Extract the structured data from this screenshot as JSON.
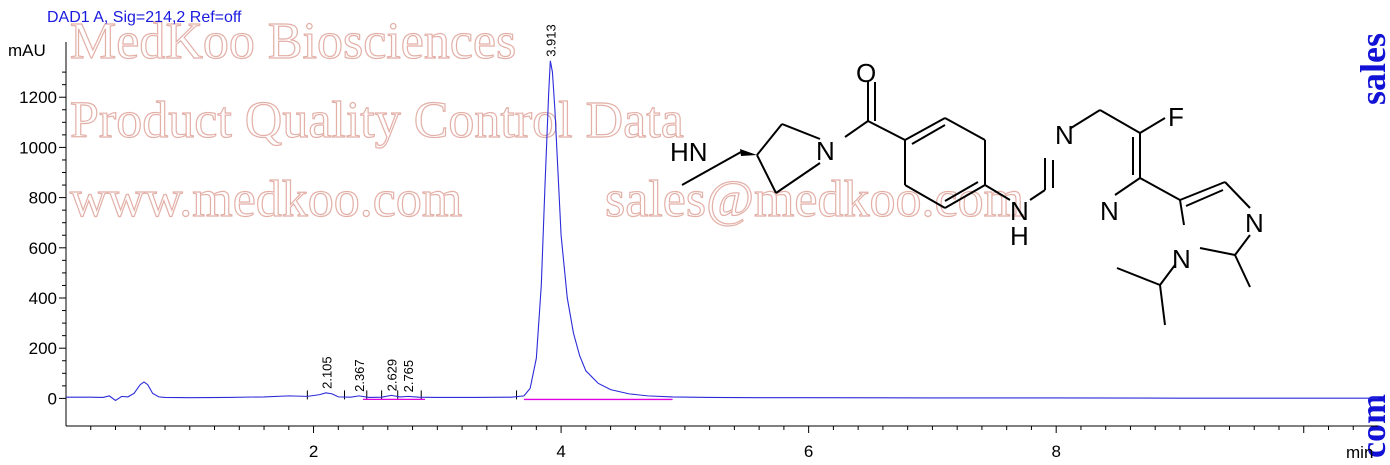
{
  "signal_label": "DAD1 A, Sig=214,2 Ref=off",
  "watermark": {
    "line1": "MedKoo Biosciences",
    "line2": "Product Quality Control Data",
    "line3a": "www.medkoo.com",
    "line3b": "sales@medkoo.com",
    "side_top": "sales",
    "side_bottom": "com"
  },
  "structure_atoms": {
    "oxygen": "O",
    "fluorine": "F",
    "n_amine": "HN",
    "n_pyrrolidine": "N",
    "n_pyrimidine_1": "N",
    "n_pyrimidine_2": "N",
    "n_anilino": "N",
    "h_anilino": "H",
    "n_imidazole_1": "N",
    "n_imidazole_2": "N"
  },
  "colors": {
    "trace": "#2b2bd9",
    "baseline": "#e000e0",
    "watermark": "#e3b0a8",
    "side_text": "#1212d6",
    "signal_label": "#1a1adf"
  },
  "chart_data": {
    "type": "line",
    "title": "",
    "xlabel": "min",
    "ylabel": "mAU",
    "xlim": [
      0,
      10.6
    ],
    "ylim": [
      -110,
      1420
    ],
    "x_ticks": [
      2,
      4,
      6,
      8
    ],
    "y_ticks": [
      0,
      200,
      400,
      600,
      800,
      1000,
      1200
    ],
    "peaks": [
      {
        "label": "2.105",
        "rt": 2.105,
        "height": 22
      },
      {
        "label": "2.367",
        "rt": 2.367,
        "height": 10
      },
      {
        "label": "2.629",
        "rt": 2.629,
        "height": 12
      },
      {
        "label": "2.765",
        "rt": 2.765,
        "height": 8
      },
      {
        "label": "3.913",
        "rt": 3.913,
        "height": 1345
      }
    ],
    "baseline_segment": [
      3.7,
      4.9
    ],
    "integration_marks": [
      1.95,
      2.25,
      2.43,
      2.55,
      2.68,
      2.87,
      3.64
    ],
    "series": [
      {
        "x": [
          0.0,
          0.2,
          0.3,
          0.35,
          0.4,
          0.45,
          0.5,
          0.55,
          0.6,
          0.63,
          0.66,
          0.7,
          0.75,
          0.8,
          1.0,
          1.3,
          1.6,
          1.8,
          1.95,
          2.05,
          2.1,
          2.15,
          2.2,
          2.3,
          2.367,
          2.45,
          2.55,
          2.629,
          2.7,
          2.765,
          2.85,
          3.0,
          3.3,
          3.6,
          3.7,
          3.75,
          3.8,
          3.84,
          3.87,
          3.9,
          3.913,
          3.93,
          3.95,
          3.98,
          4.0,
          4.05,
          4.1,
          4.15,
          4.2,
          4.3,
          4.4,
          4.55,
          4.7,
          4.9,
          5.2,
          5.6,
          6.0,
          7.0,
          8.0,
          9.0,
          10.0,
          10.6
        ],
        "y": [
          5,
          5,
          4,
          10,
          -8,
          8,
          6,
          20,
          55,
          65,
          55,
          20,
          6,
          4,
          3,
          4,
          6,
          10,
          8,
          15,
          22,
          18,
          6,
          5,
          10,
          4,
          5,
          12,
          6,
          8,
          5,
          4,
          4,
          5,
          10,
          40,
          160,
          450,
          850,
          1220,
          1345,
          1300,
          1150,
          850,
          650,
          400,
          260,
          170,
          110,
          60,
          35,
          18,
          10,
          6,
          4,
          3,
          3,
          2,
          2,
          1,
          1,
          1
        ]
      }
    ]
  }
}
